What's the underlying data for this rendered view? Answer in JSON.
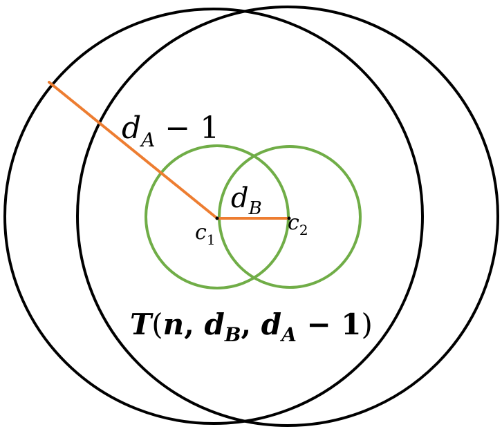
{
  "labels": {
    "radius_outer": {
      "var": "d",
      "sub": "A",
      "rest": " − 1"
    },
    "center_distance": {
      "var": "d",
      "sub": "B"
    },
    "center_1": {
      "var": "c",
      "sub": "1"
    },
    "center_2": {
      "var": "c",
      "sub": "2"
    },
    "formula": {
      "t": "T",
      "open": "(",
      "n": "n",
      "comma1": ", ",
      "d1": "d",
      "d1_sub": "B",
      "comma2": ", ",
      "d2": "d",
      "d2_sub": "A",
      "minus": " − ",
      "one": "1",
      "close": ")"
    }
  },
  "colors": {
    "outer_circle": "#000000",
    "inner_circle": "#70ad47",
    "segment": "#ed7d31"
  }
}
